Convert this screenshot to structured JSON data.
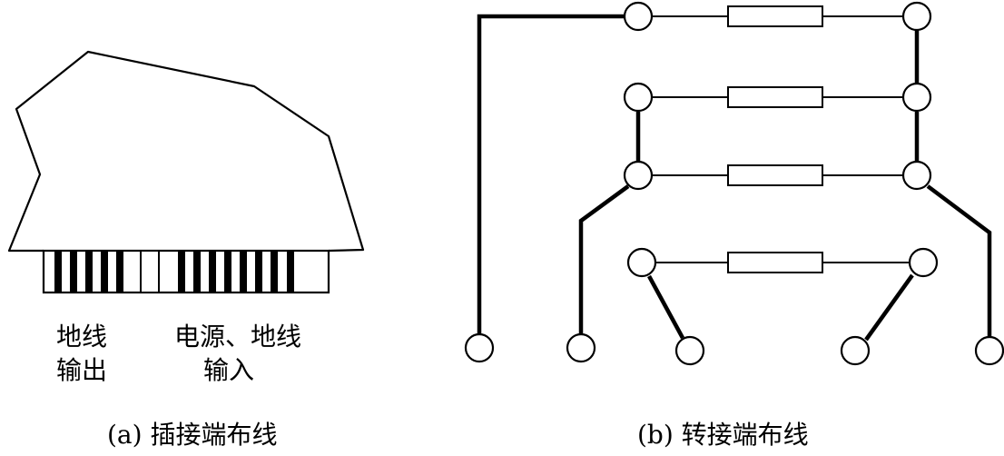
{
  "left_diagram": {
    "label_ground_out_line1": "地线",
    "label_ground_out_line2": "输出",
    "label_power_line1": "电源、地线",
    "label_power_line2": "输入",
    "caption": "(a) 插接端布线",
    "pin_pattern": [
      "black",
      "black",
      "black",
      "black",
      "black",
      "white",
      "black",
      "black",
      "black",
      "black",
      "black",
      "black",
      "black",
      "black"
    ]
  },
  "right_diagram": {
    "caption": "(b) 转接端布线"
  },
  "colors": {
    "ink": "#000000",
    "paper": "#ffffff"
  }
}
